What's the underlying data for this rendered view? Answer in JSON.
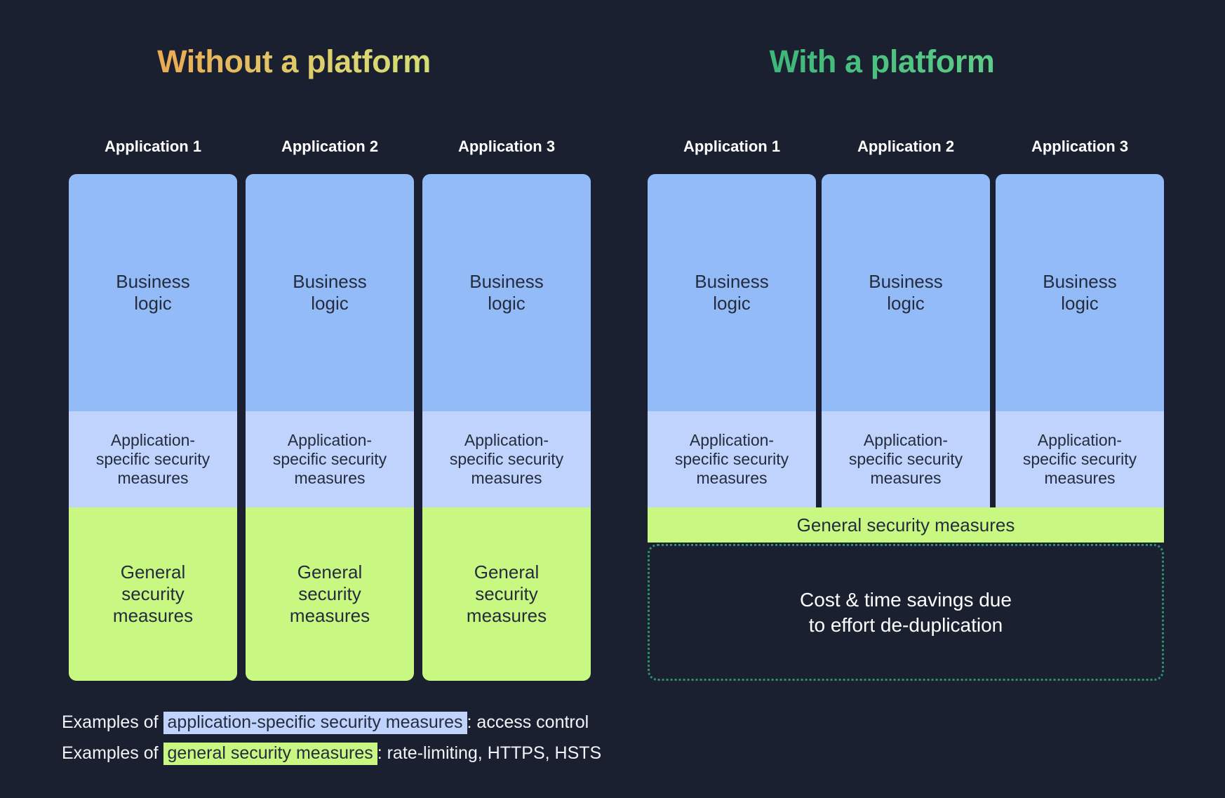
{
  "panels": {
    "left": {
      "title": "Without a platform"
    },
    "right": {
      "title": "With a platform"
    }
  },
  "columns": {
    "left": [
      "Application 1",
      "Application 2",
      "Application 3"
    ],
    "right": [
      "Application 1",
      "Application 2",
      "Application 3"
    ]
  },
  "bands": {
    "business_logic": "Business\nlogic",
    "business_logic_line1": "Business",
    "business_logic_line2": "logic",
    "app_specific": "Application-\nspecific security\nmeasures",
    "app_specific_line1": "Application-",
    "app_specific_line2": "specific security",
    "app_specific_line3": "measures",
    "general_stacked_line1": "General",
    "general_stacked_line2": "security",
    "general_stacked_line3": "measures",
    "general_inline": "General security measures"
  },
  "savings": {
    "line1": "Cost & time savings due",
    "line2": "to effort de-duplication"
  },
  "legend": {
    "line1": {
      "prefix": "Examples of ",
      "highlight": "application-specific security measures",
      "suffix": ": access control"
    },
    "line2": {
      "prefix": "Examples of ",
      "highlight": "general security measures",
      "suffix": ": rate-limiting, HTTPS, HSTS"
    }
  },
  "colors": {
    "background": "#1a2030",
    "business_logic": "#93bbf8",
    "app_specific": "#bfd3fc",
    "general_security": "#c9f882",
    "savings_border": "#2f8f6d",
    "title_left_start": "#f3883d",
    "title_left_end": "#c3f07f",
    "title_right_start": "#27a871",
    "title_right_end": "#74dc92",
    "text_dark": "#242c3d",
    "text_light": "#ffffff"
  }
}
